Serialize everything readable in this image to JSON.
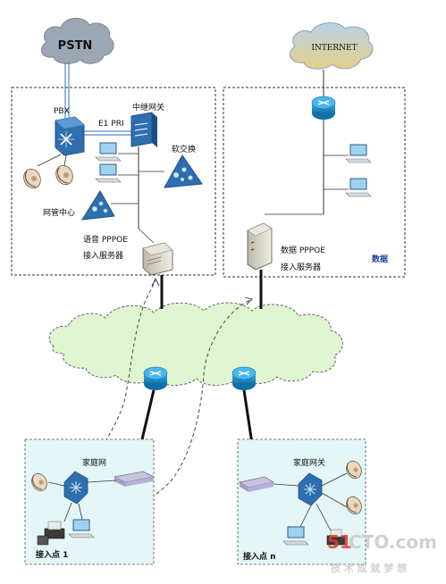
{
  "clouds": {
    "pstn": "PSTN",
    "internet": "INTERNET"
  },
  "left_box": {
    "pbx": "PBX",
    "e1": "E1 PRI",
    "trunk_gateway": "中继网关",
    "softswitch": "软交换",
    "nms": "网管中心",
    "voice_line1": "语音 PPPOE",
    "voice_line2": "接入服务器"
  },
  "right_box": {
    "data_line1": "数据 PPPOE",
    "data_line2": "接入服务器",
    "data_tag": "数据"
  },
  "access_left": {
    "home_gateway": "家庭网",
    "name": "接入点 1"
  },
  "access_right": {
    "home_gateway": "家庭网关",
    "name": "接入点 n"
  },
  "watermark": {
    "brand_num": "51",
    "brand_rest": "CTO.com",
    "slogan": "技 术 成 就 梦 想"
  },
  "colors": {
    "pstn_cloud": "#9ba7b5",
    "internet_top": "#b7d3ea",
    "internet_bottom": "#e6d08a",
    "core_cloud": "#dff5d2",
    "access_box": "#e4f6f7",
    "router": "#1b94cf",
    "device_blue": "#2f6fb0",
    "link": "#4f86c6",
    "watermark_red": "#e33a2d"
  },
  "icons": [
    "pstn-cloud",
    "internet-cloud",
    "core-cloud",
    "router-icon",
    "switch-icon",
    "gateway-icon",
    "softswitch-icon",
    "phone-icon",
    "pc-icon",
    "server-icon",
    "hub-icon",
    "printer-icon"
  ]
}
